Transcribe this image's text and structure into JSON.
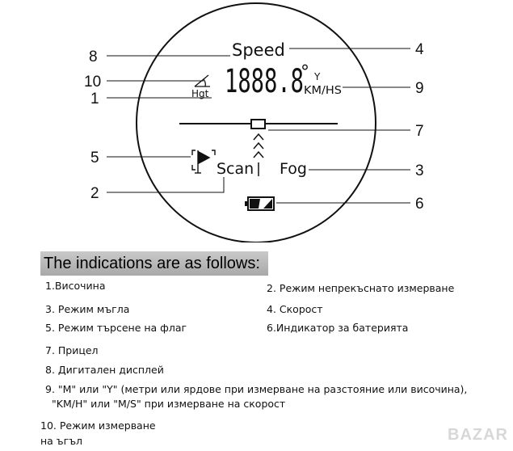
{
  "display": {
    "speed": "Speed",
    "digits": "1888.8",
    "degree": "°",
    "unit_y": "Y",
    "unit_km": "KM/HS",
    "hgt": "Hgt",
    "scan": "Scan",
    "fog": "Fog"
  },
  "callouts": [
    "1",
    "2",
    "3",
    "4",
    "5",
    "6",
    "7",
    "8",
    "9",
    "10"
  ],
  "heading": "The indications are as follows:",
  "legend": [
    "1.Височина",
    "2. Режим непрекъснато измерване",
    "3. Режим мъгла",
    "4. Скорост",
    "5. Режим търсене на флаг",
    "6.Индикатор за батерията",
    "7. Прицел",
    "8. Дигитален дисплей",
    "9. \"M\" или \"Y\" (метри или ярдове при измерване на разстояние или височина),",
    "\"KM/H\" или \"M/S\" при измерване на скорост",
    "10. Режим измерване",
    "на ъгъл"
  ],
  "watermark": "BAZAR"
}
